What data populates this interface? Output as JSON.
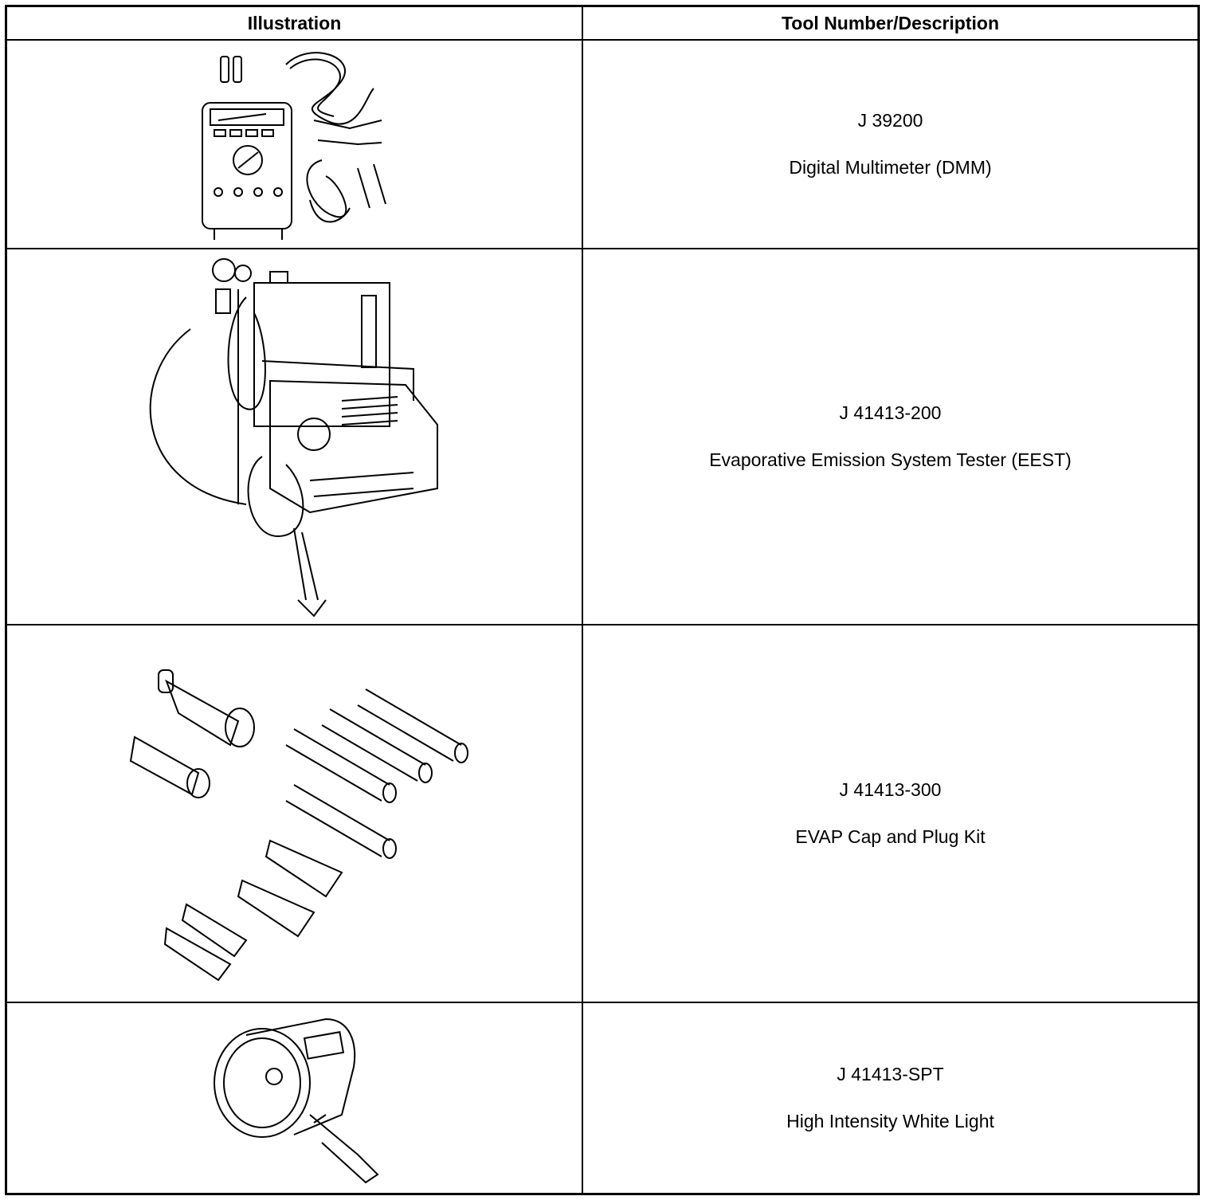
{
  "table": {
    "headers": {
      "illustration": "Illustration",
      "tool": "Tool Number/Description"
    },
    "rows": [
      {
        "number": "J 39200",
        "description": "Digital Multimeter (DMM)",
        "illustration_icon": "digital-multimeter-icon"
      },
      {
        "number": "J 41413-200",
        "description": "Evaporative Emission System Tester (EEST)",
        "illustration_icon": "emission-tester-icon"
      },
      {
        "number": "J 41413-300",
        "description": "EVAP Cap and Plug Kit",
        "illustration_icon": "cap-plug-kit-icon"
      },
      {
        "number": "J 41413-SPT",
        "description": "High Intensity White Light",
        "illustration_icon": "white-light-icon"
      }
    ]
  }
}
